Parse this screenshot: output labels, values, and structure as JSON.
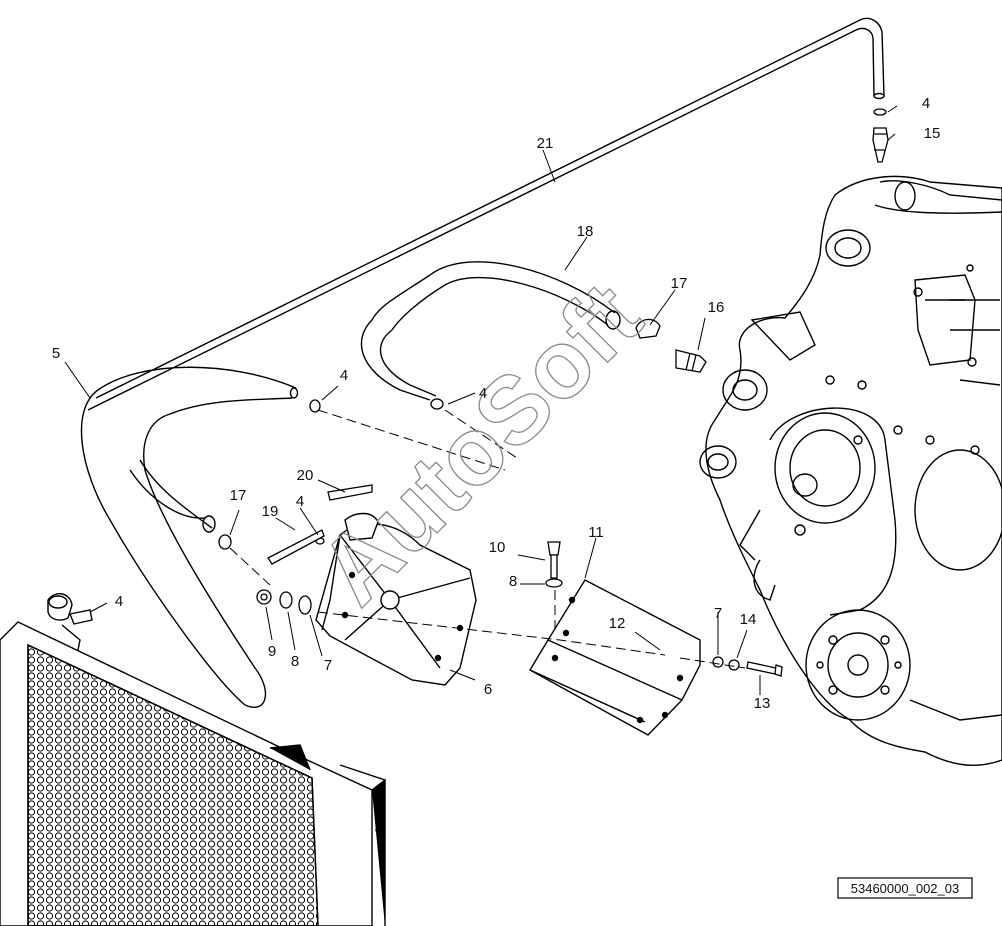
{
  "figure_id": "53460000_002_03",
  "watermark": "AutoSoft",
  "callouts": [
    {
      "id": "c21",
      "text": "21"
    },
    {
      "id": "c4a",
      "text": "4"
    },
    {
      "id": "c15",
      "text": "15"
    },
    {
      "id": "c18",
      "text": "18"
    },
    {
      "id": "c17a",
      "text": "17"
    },
    {
      "id": "c16",
      "text": "16"
    },
    {
      "id": "c5",
      "text": "5"
    },
    {
      "id": "c4b",
      "text": "4"
    },
    {
      "id": "c4c",
      "text": "4"
    },
    {
      "id": "c20",
      "text": "20"
    },
    {
      "id": "c17b",
      "text": "17"
    },
    {
      "id": "c4d",
      "text": "4"
    },
    {
      "id": "c19",
      "text": "19"
    },
    {
      "id": "c11",
      "text": "11"
    },
    {
      "id": "c10",
      "text": "10"
    },
    {
      "id": "c8a",
      "text": "8"
    },
    {
      "id": "c4e",
      "text": "4"
    },
    {
      "id": "c12",
      "text": "12"
    },
    {
      "id": "c7a",
      "text": "7"
    },
    {
      "id": "c14",
      "text": "14"
    },
    {
      "id": "c9",
      "text": "9"
    },
    {
      "id": "c8b",
      "text": "8"
    },
    {
      "id": "c7b",
      "text": "7"
    },
    {
      "id": "c6",
      "text": "6"
    },
    {
      "id": "c13",
      "text": "13"
    }
  ]
}
